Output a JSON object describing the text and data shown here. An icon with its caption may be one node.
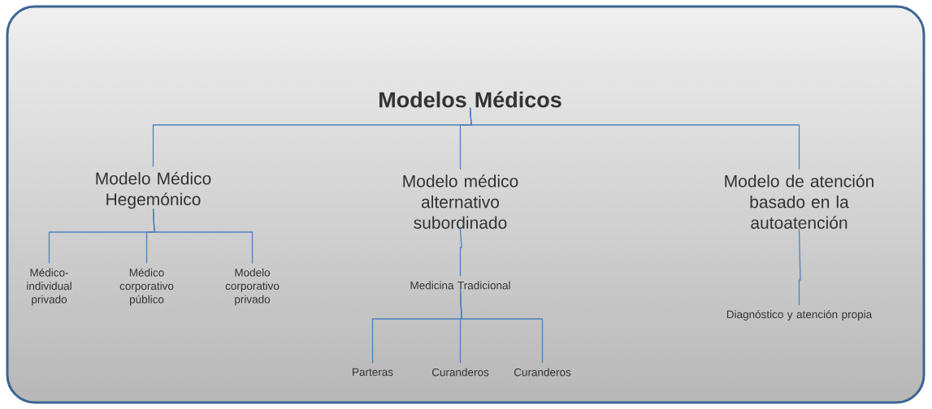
{
  "diagram": {
    "nodes": [
      {
        "text": [],
        "shape": "box"
      },
      {
        "text": [
          "Modelos Médicos"
        ],
        "in": 0
      },
      {
        "text": [
          "Modelo Médico Hegemónico"
        ],
        "in": 0
      },
      {
        "text": [
          "Modelo médico alternativo subordinado"
        ],
        "in": 0
      },
      {
        "text": [
          "Modelo de atención basado en la autoatención"
        ],
        "in": 0
      },
      {
        "text": [
          "Médico- individual privado"
        ],
        "in": 0
      },
      {
        "text": [
          "Médico corporativo público"
        ],
        "in": 0
      },
      {
        "text": [
          "Modelo corporativo privado"
        ],
        "in": 0
      },
      {
        "text": [
          "Medicina Tradicional"
        ],
        "in": 0
      },
      {
        "text": [
          "Diagnóstico y atención propia"
        ],
        "in": 0
      },
      {
        "text": [
          "Parteras"
        ],
        "in": 0
      },
      {
        "text": [
          "Curanderos"
        ],
        "in": 0
      },
      {
        "text": [
          "Curanderos"
        ],
        "in": 0
      }
    ],
    "edges": [
      {
        "from": 1,
        "to": 2,
        "arrow": "none"
      },
      {
        "from": 1,
        "to": 3,
        "arrow": "none"
      },
      {
        "from": 1,
        "to": 4,
        "arrow": "none"
      },
      {
        "from": 2,
        "to": 5,
        "arrow": "none"
      },
      {
        "from": 2,
        "to": 6,
        "arrow": "none"
      },
      {
        "from": 2,
        "to": 7,
        "arrow": "none"
      },
      {
        "from": 3,
        "to": 8,
        "arrow": "none"
      },
      {
        "from": 8,
        "to": 10,
        "arrow": "none"
      },
      {
        "from": 8,
        "to": 11,
        "arrow": "none"
      },
      {
        "from": 8,
        "to": 12,
        "arrow": "none"
      },
      {
        "from": 4,
        "to": 9,
        "arrow": "none"
      }
    ]
  }
}
